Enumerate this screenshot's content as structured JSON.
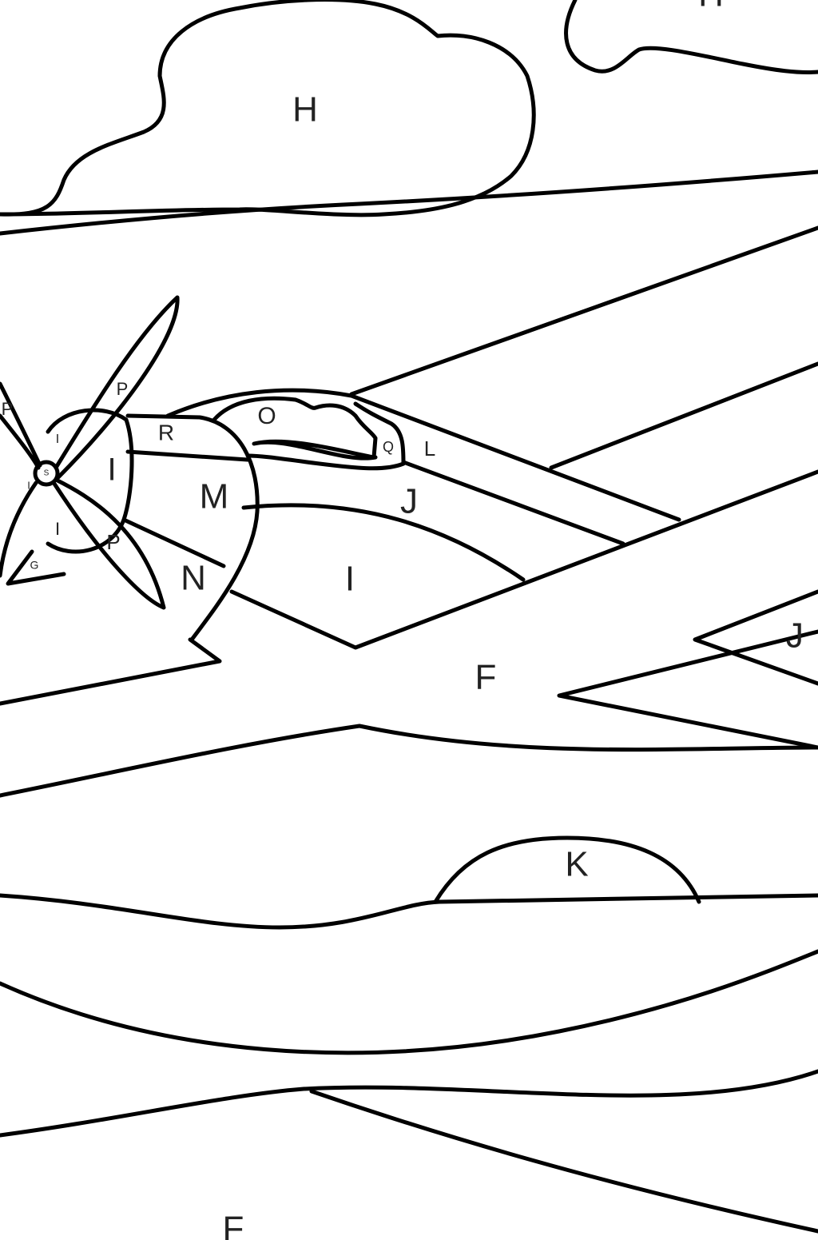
{
  "lines_color": "#000000",
  "background": "#ffffff",
  "labels": {
    "cloud_left": "H",
    "cloud_right": "H",
    "prop_blade_top_left": "P",
    "prop_blade_top": "P",
    "prop_blade_bottom": "P",
    "spinner_small_top": "I",
    "spinner_small_left": "I",
    "spinner_small_bottom": "I",
    "spinner_center": "S",
    "nose_g": "G",
    "nose_cowl": "I",
    "cowl_top": "R",
    "cowl_middle": "M",
    "cowl_bottom": "N",
    "canopy": "O",
    "canopy_frame": "Q",
    "fuselage_top": "L",
    "fuselage_mid": "J",
    "fuselage_low": "I",
    "tail_region": "J",
    "wing": "F",
    "sun": "K",
    "ground": "F"
  }
}
